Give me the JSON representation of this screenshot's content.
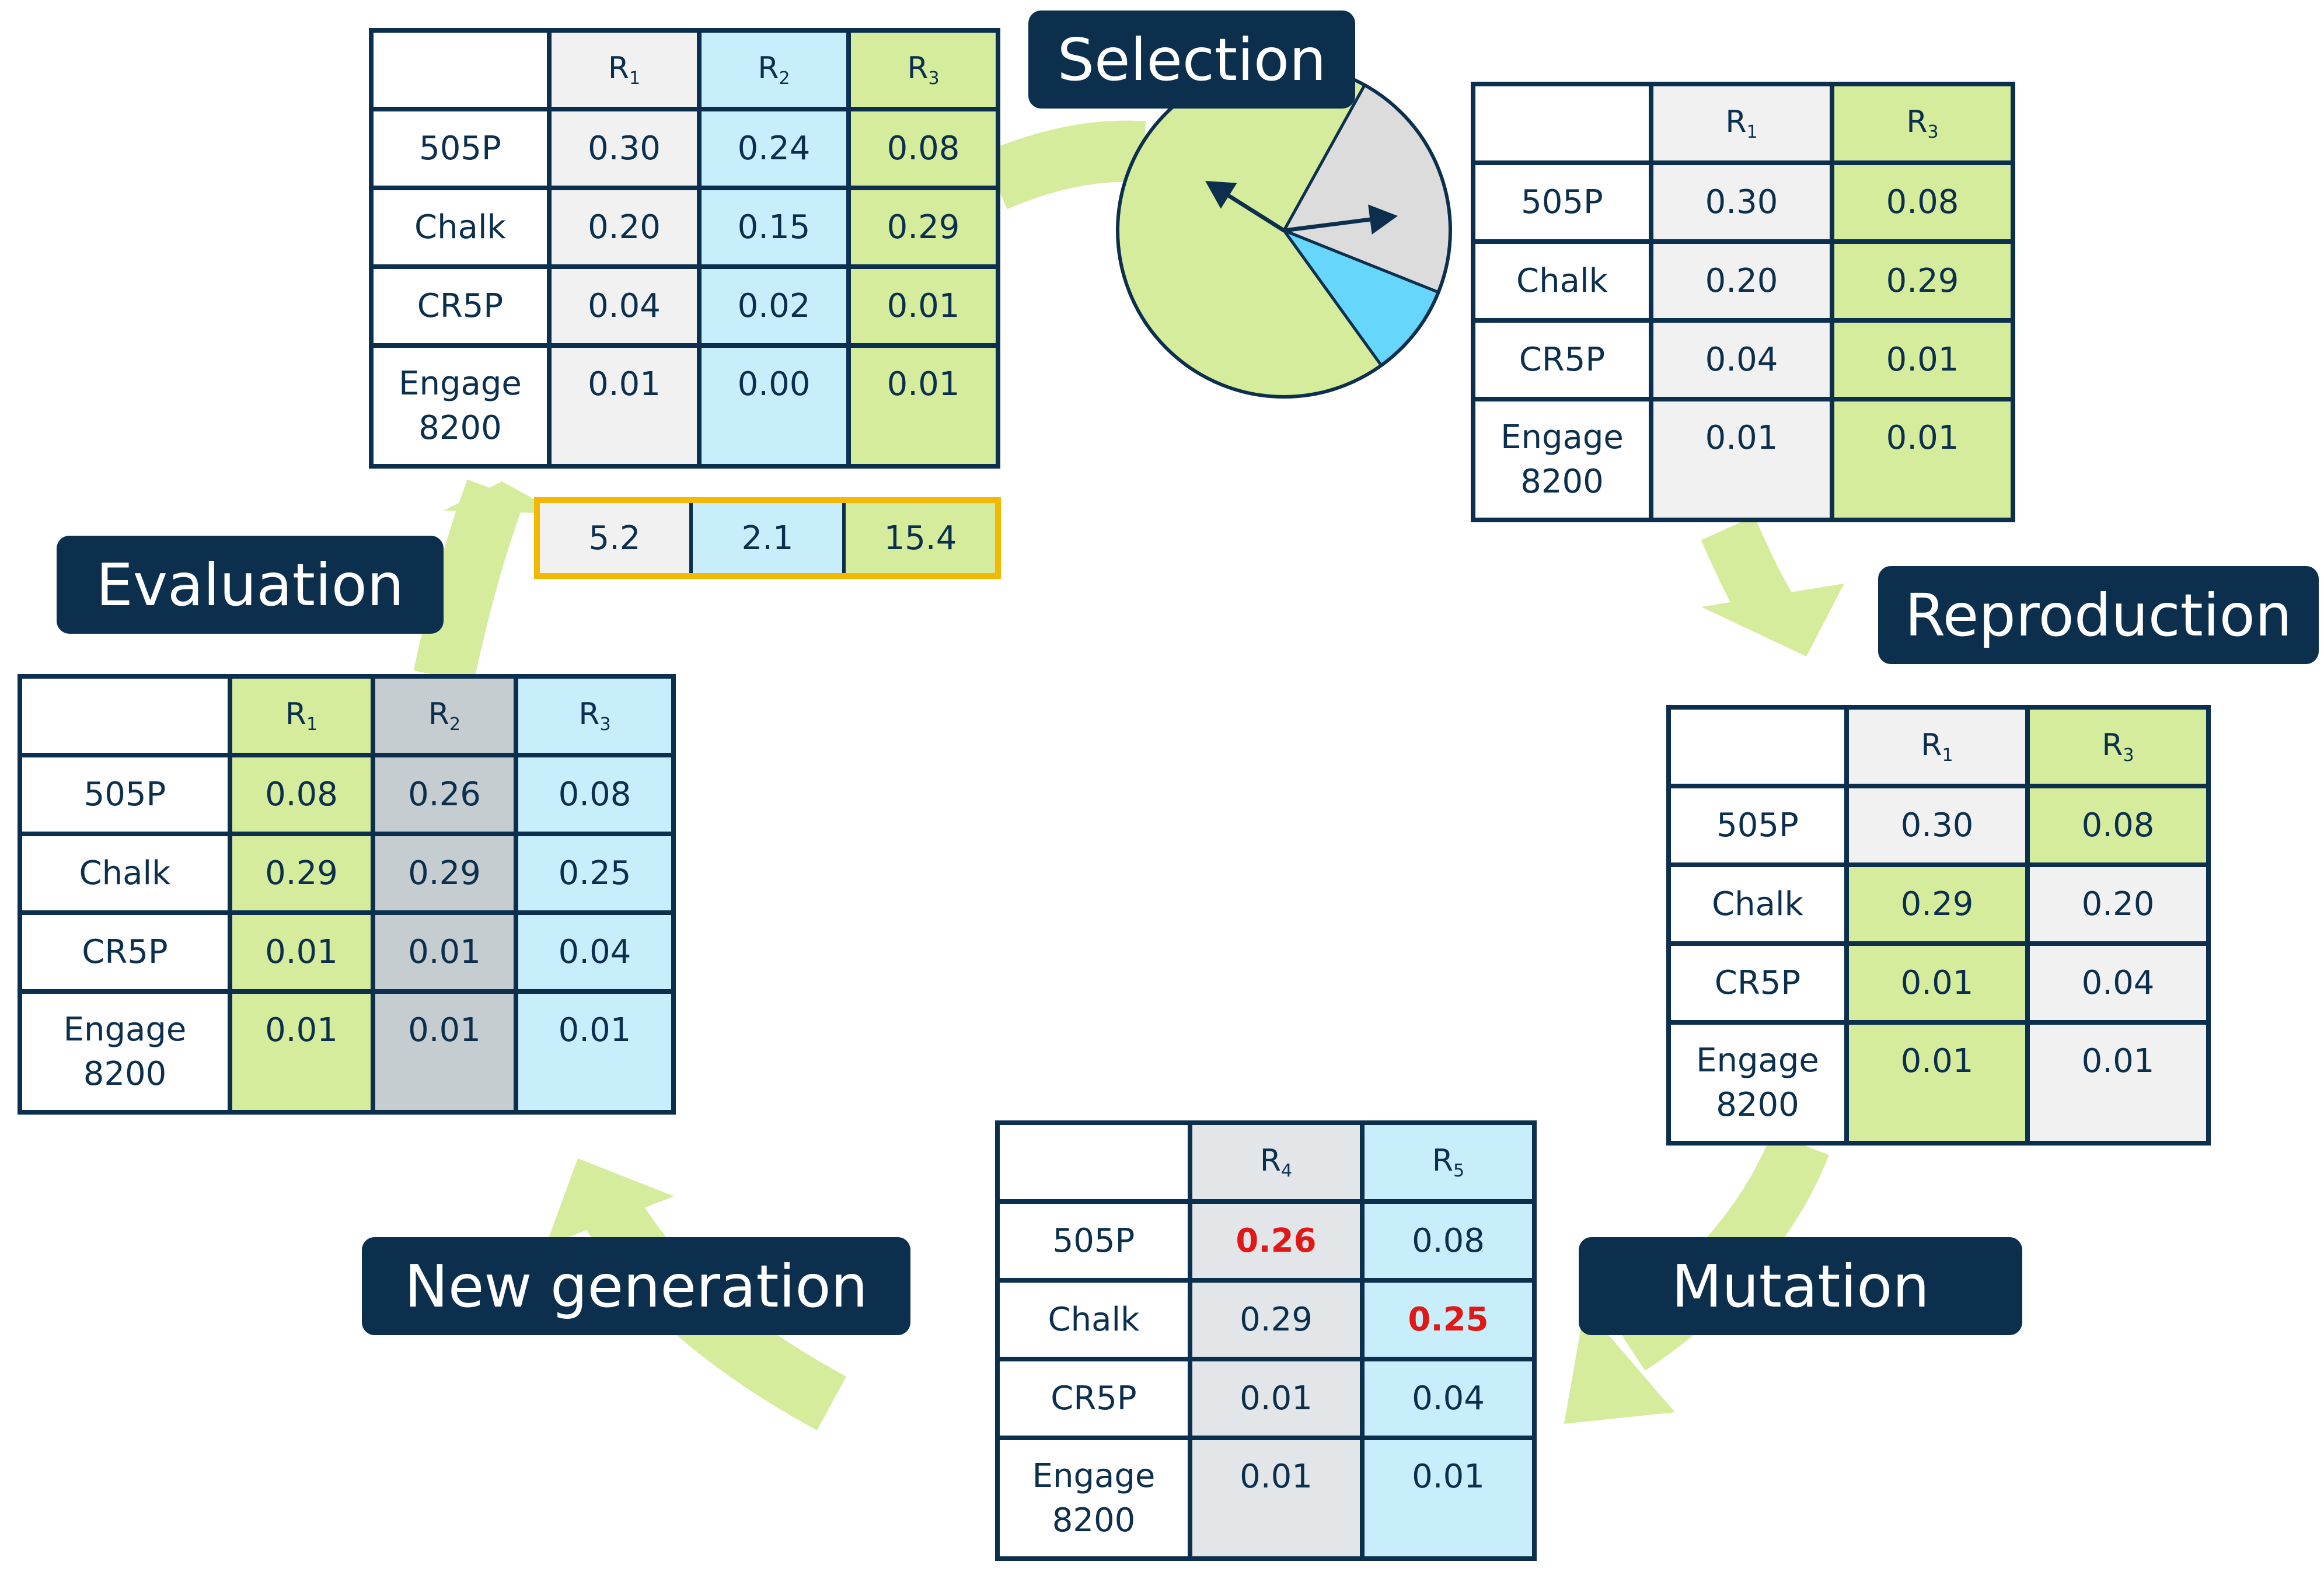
{
  "stages": {
    "selection": "Selection",
    "reproduction": "Reproduction",
    "mutation": "Mutation",
    "new_generation": "New generation",
    "evaluation": "Evaluation"
  },
  "row_labels": {
    "r505p": "505P",
    "chalk": "Chalk",
    "cr5p": "CR5P",
    "engage_line1": "Engage",
    "engage_line2": "8200"
  },
  "header_letter": "R",
  "tables": {
    "population": {
      "headers": [
        "1",
        "2",
        "3"
      ],
      "colors": [
        "gray",
        "blue",
        "green"
      ],
      "rows": [
        [
          "0.30",
          "0.24",
          "0.08"
        ],
        [
          "0.20",
          "0.15",
          "0.29"
        ],
        [
          "0.04",
          "0.02",
          "0.01"
        ],
        [
          "0.01",
          "0.00",
          "0.01"
        ]
      ]
    },
    "selected": {
      "headers": [
        "1",
        "3"
      ],
      "colors": [
        "gray",
        "green"
      ],
      "rows": [
        [
          "0.30",
          "0.08"
        ],
        [
          "0.20",
          "0.29"
        ],
        [
          "0.04",
          "0.01"
        ],
        [
          "0.01",
          "0.01"
        ]
      ]
    },
    "reproduced": {
      "headers": [
        "1",
        "3"
      ],
      "header_colors": [
        "gray",
        "green"
      ],
      "cell_colors": [
        [
          "gray",
          "green"
        ],
        [
          "green",
          "gray"
        ],
        [
          "green",
          "gray"
        ],
        [
          "green",
          "gray"
        ]
      ],
      "rows": [
        [
          "0.30",
          "0.08"
        ],
        [
          "0.29",
          "0.20"
        ],
        [
          "0.01",
          "0.04"
        ],
        [
          "0.01",
          "0.01"
        ]
      ]
    },
    "mutated": {
      "headers": [
        "4",
        "5"
      ],
      "colors": [
        "lgray2",
        "blue"
      ],
      "rows": [
        [
          "0.26",
          "0.08"
        ],
        [
          "0.29",
          "0.25"
        ],
        [
          "0.01",
          "0.04"
        ],
        [
          "0.01",
          "0.01"
        ]
      ],
      "mutated_cells": [
        [
          0,
          0
        ],
        [
          1,
          1
        ]
      ]
    },
    "new_generation": {
      "headers": [
        "1",
        "2",
        "3"
      ],
      "colors": [
        "green",
        "dgray",
        "blue"
      ],
      "rows": [
        [
          "0.08",
          "0.26",
          "0.08"
        ],
        [
          "0.29",
          "0.29",
          "0.25"
        ],
        [
          "0.01",
          "0.01",
          "0.04"
        ],
        [
          "0.01",
          "0.01",
          "0.01"
        ]
      ]
    }
  },
  "fitness": [
    "5.2",
    "2.1",
    "15.4"
  ],
  "roulette": {
    "slices": [
      {
        "name": "R3",
        "fraction": 0.68,
        "color": "#d5ec9c"
      },
      {
        "name": "R1",
        "fraction": 0.23,
        "color": "#dcdcdc"
      },
      {
        "name": "R2",
        "fraction": 0.09,
        "color": "#66d6fb"
      }
    ]
  },
  "colors": {
    "navy": "#0b2f4d",
    "arrow_green": "#d5ec9c",
    "fitness_border": "#f5b800",
    "mutation_red": "#e01818"
  }
}
